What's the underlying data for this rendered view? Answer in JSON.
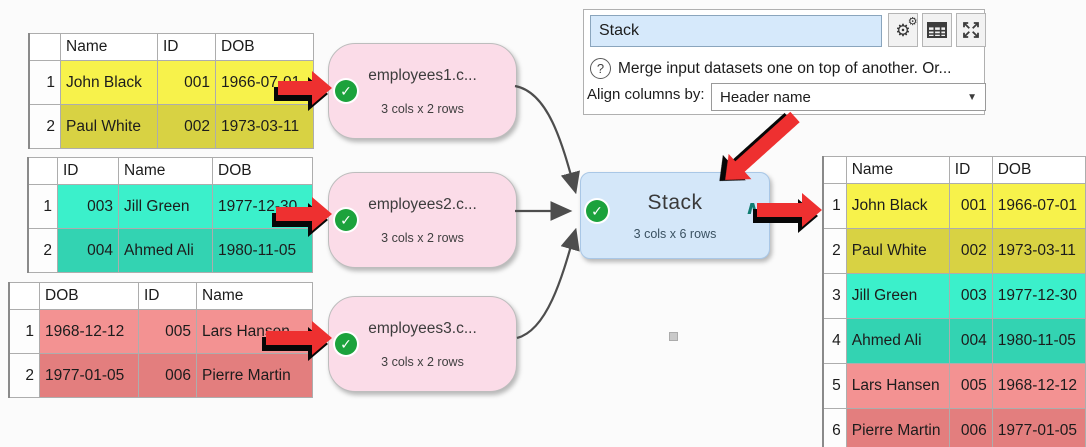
{
  "panel": {
    "name_value": "Stack",
    "help_glyph": "?",
    "help_text": "Merge input datasets one on top of another. Or...",
    "align_label": "Align columns by:",
    "align_value": "Header name",
    "dropdown_glyph": "▼"
  },
  "nodes": {
    "check_glyph": "✓",
    "inputs": [
      {
        "title": "employees1.c...",
        "subtitle": "3 cols x 2 rows"
      },
      {
        "title": "employees2.c...",
        "subtitle": "3 cols x 2 rows"
      },
      {
        "title": "employees3.c...",
        "subtitle": "3 cols x 2 rows"
      }
    ],
    "stack": {
      "title": "Stack",
      "subtitle": "3 cols x 6 rows",
      "collapse_glyph": "∧"
    }
  },
  "tables": {
    "input1": {
      "columns": [
        "Name",
        "ID",
        "DOB"
      ],
      "rows": [
        [
          "1",
          "John Black",
          "001",
          "1966-07-01"
        ],
        [
          "2",
          "Paul White",
          "002",
          "1973-03-11"
        ]
      ],
      "row_tones": [
        "y1",
        "y2"
      ]
    },
    "input2": {
      "columns": [
        "ID",
        "Name",
        "DOB"
      ],
      "rows": [
        [
          "1",
          "003",
          "Jill Green",
          "1977-12-30"
        ],
        [
          "2",
          "004",
          "Ahmed Ali",
          "1980-11-05"
        ]
      ],
      "row_tones": [
        "t1",
        "t2"
      ]
    },
    "input3": {
      "columns": [
        "DOB",
        "ID",
        "Name"
      ],
      "rows": [
        [
          "1",
          "1968-12-12",
          "005",
          "Lars Hansen"
        ],
        [
          "2",
          "1977-01-05",
          "006",
          "Pierre Martin"
        ]
      ],
      "row_tones": [
        "r1",
        "r2"
      ]
    },
    "output": {
      "columns": [
        "Name",
        "ID",
        "DOB"
      ],
      "rows": [
        [
          "1",
          "John Black",
          "001",
          "1966-07-01"
        ],
        [
          "2",
          "Paul White",
          "002",
          "1973-03-11"
        ],
        [
          "3",
          "Jill Green",
          "003",
          "1977-12-30"
        ],
        [
          "4",
          "Ahmed Ali",
          "004",
          "1980-11-05"
        ],
        [
          "5",
          "Lars Hansen",
          "005",
          "1968-12-12"
        ],
        [
          "6",
          "Pierre Martin",
          "006",
          "1977-01-05"
        ]
      ],
      "row_tones": [
        "y1",
        "y2",
        "t1",
        "t2",
        "r1",
        "r2"
      ]
    }
  },
  "tones": {
    "y1": "#f7f24b",
    "y2": "#d8d243",
    "t1": "#3bf0cb",
    "t2": "#33d3b2",
    "r1": "#f39292",
    "r2": "#e37e7e"
  },
  "colors": {
    "node_input_fill": "#fbdce8",
    "node_stack_fill": "#d4e7f9",
    "status_ok_green": "#1ca23c",
    "arrow_red": "#ee3030",
    "caret_teal": "#0f7d72",
    "input_field_fill": "#d6e9fb"
  }
}
